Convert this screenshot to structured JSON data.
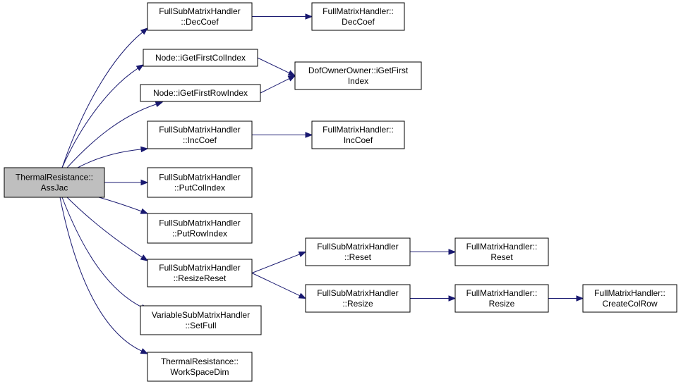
{
  "colors": {
    "edge": "#191970",
    "root_fill": "#bfbfbf",
    "node_fill": "#ffffff",
    "border": "#000000"
  },
  "nodes": [
    {
      "id": "assjac",
      "lines": [
        "ThermalResistance::",
        "AssJac"
      ],
      "root": true
    },
    {
      "id": "fsmh-deccoef",
      "lines": [
        "FullSubMatrixHandler",
        "::DecCoef"
      ]
    },
    {
      "id": "fmh-deccoef",
      "lines": [
        "FullMatrixHandler::",
        "DecCoef"
      ]
    },
    {
      "id": "node-igetfirstcolindex",
      "lines": [
        "Node::iGetFirstColIndex"
      ]
    },
    {
      "id": "dofownerowner-igetfirstindex",
      "lines": [
        "DofOwnerOwner::iGetFirst",
        "Index"
      ]
    },
    {
      "id": "node-igetfirstrowindex",
      "lines": [
        "Node::iGetFirstRowIndex"
      ]
    },
    {
      "id": "fsmh-inccoef",
      "lines": [
        "FullSubMatrixHandler",
        "::IncCoef"
      ]
    },
    {
      "id": "fmh-inccoef",
      "lines": [
        "FullMatrixHandler::",
        "IncCoef"
      ]
    },
    {
      "id": "fsmh-putcolindex",
      "lines": [
        "FullSubMatrixHandler",
        "::PutColIndex"
      ]
    },
    {
      "id": "fsmh-putrowindex",
      "lines": [
        "FullSubMatrixHandler",
        "::PutRowIndex"
      ]
    },
    {
      "id": "fsmh-resizereset",
      "lines": [
        "FullSubMatrixHandler",
        "::ResizeReset"
      ]
    },
    {
      "id": "fsmh-reset",
      "lines": [
        "FullSubMatrixHandler",
        "::Reset"
      ]
    },
    {
      "id": "fmh-reset",
      "lines": [
        "FullMatrixHandler::",
        "Reset"
      ]
    },
    {
      "id": "fsmh-resize",
      "lines": [
        "FullSubMatrixHandler",
        "::Resize"
      ]
    },
    {
      "id": "fmh-resize",
      "lines": [
        "FullMatrixHandler::",
        "Resize"
      ]
    },
    {
      "id": "fmh-createcolrow",
      "lines": [
        "FullMatrixHandler::",
        "CreateColRow"
      ]
    },
    {
      "id": "vsmh-setfull",
      "lines": [
        "VariableSubMatrixHandler",
        "::SetFull"
      ]
    },
    {
      "id": "tr-workspacedim",
      "lines": [
        "ThermalResistance::",
        "WorkSpaceDim"
      ]
    }
  ],
  "edges": [
    {
      "from": "assjac",
      "to": "fsmh-deccoef"
    },
    {
      "from": "assjac",
      "to": "node-igetfirstcolindex"
    },
    {
      "from": "assjac",
      "to": "node-igetfirstrowindex"
    },
    {
      "from": "assjac",
      "to": "fsmh-inccoef"
    },
    {
      "from": "assjac",
      "to": "fsmh-putcolindex"
    },
    {
      "from": "assjac",
      "to": "fsmh-putrowindex"
    },
    {
      "from": "assjac",
      "to": "fsmh-resizereset"
    },
    {
      "from": "assjac",
      "to": "vsmh-setfull"
    },
    {
      "from": "assjac",
      "to": "tr-workspacedim"
    },
    {
      "from": "fsmh-deccoef",
      "to": "fmh-deccoef"
    },
    {
      "from": "node-igetfirstcolindex",
      "to": "dofownerowner-igetfirstindex"
    },
    {
      "from": "node-igetfirstrowindex",
      "to": "dofownerowner-igetfirstindex"
    },
    {
      "from": "fsmh-inccoef",
      "to": "fmh-inccoef"
    },
    {
      "from": "fsmh-resizereset",
      "to": "fsmh-reset"
    },
    {
      "from": "fsmh-resizereset",
      "to": "fsmh-resize"
    },
    {
      "from": "fsmh-reset",
      "to": "fmh-reset"
    },
    {
      "from": "fsmh-resize",
      "to": "fmh-resize"
    },
    {
      "from": "fmh-resize",
      "to": "fmh-createcolrow"
    }
  ]
}
